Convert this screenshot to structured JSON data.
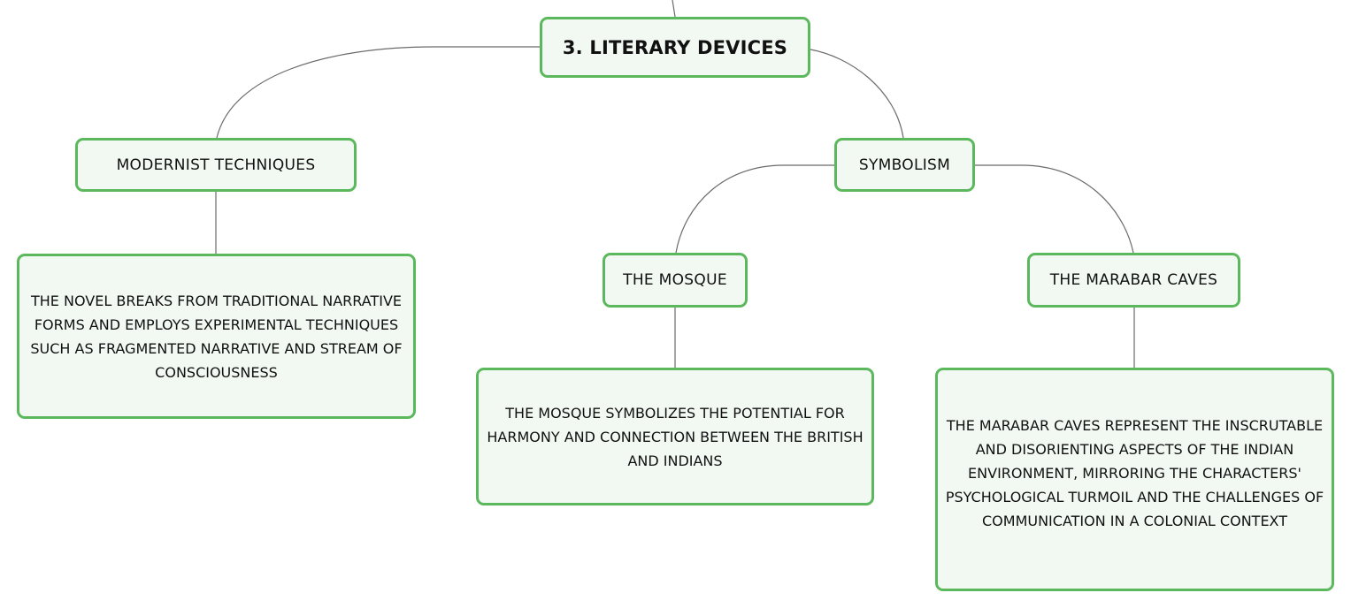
{
  "nodes": {
    "root": "3. LITERARY DEVICES",
    "modernist": "MODERNIST TECHNIQUES",
    "modernist_desc": "THE NOVEL BREAKS FROM TRADITIONAL NARRATIVE FORMS AND EMPLOYS EXPERIMENTAL TECHNIQUES SUCH AS FRAGMENTED NARRATIVE AND STREAM OF CONSCIOUSNESS",
    "symbolism": "SYMBOLISM",
    "mosque": "THE MOSQUE",
    "mosque_desc": "THE MOSQUE SYMBOLIZES THE POTENTIAL FOR HARMONY AND CONNECTION BETWEEN THE BRITISH AND INDIANS",
    "caves": "THE MARABAR CAVES",
    "caves_desc": "THE MARABAR CAVES REPRESENT THE INSCRUTABLE AND DISORIENTING ASPECTS OF THE INDIAN ENVIRONMENT, MIRRORING THE CHARACTERS' PSYCHOLOGICAL TURMOIL AND THE CHALLENGES OF COMMUNICATION IN A COLONIAL CONTEXT"
  },
  "colors": {
    "node_border": "#5cb85c",
    "node_fill": "#f2f9f3",
    "connector": "#6b6b6b"
  }
}
